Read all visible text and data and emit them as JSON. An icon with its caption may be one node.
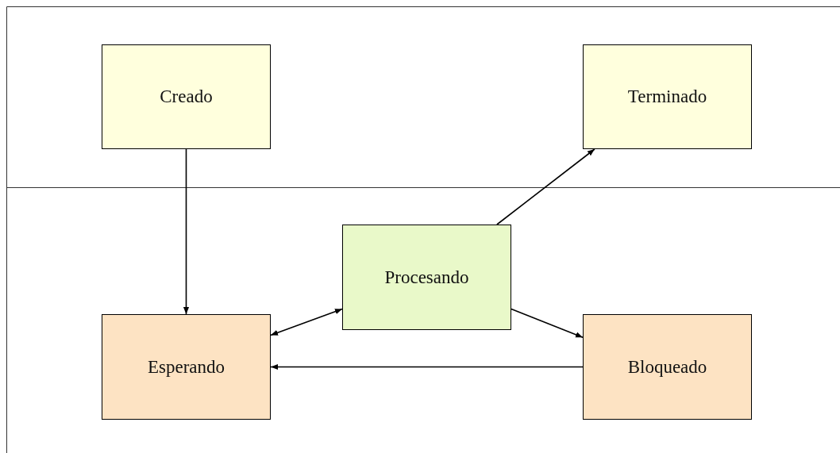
{
  "diagram": {
    "nodes": [
      {
        "text": [
          "Creado"
        ]
      },
      {
        "text": [
          "Terminado"
        ]
      },
      {
        "text": [
          "Procesando"
        ]
      },
      {
        "text": [
          "Esperando"
        ]
      },
      {
        "text": [
          "Bloqueado"
        ]
      }
    ],
    "edges": [
      {
        "from": 0,
        "to": 3,
        "arrow": "to"
      },
      {
        "from": 2,
        "to": 1,
        "arrow": "to"
      },
      {
        "from": 3,
        "to": 2,
        "arrow": "both"
      },
      {
        "from": 2,
        "to": 4,
        "arrow": "to"
      },
      {
        "from": 4,
        "to": 3,
        "arrow": "to"
      }
    ]
  }
}
